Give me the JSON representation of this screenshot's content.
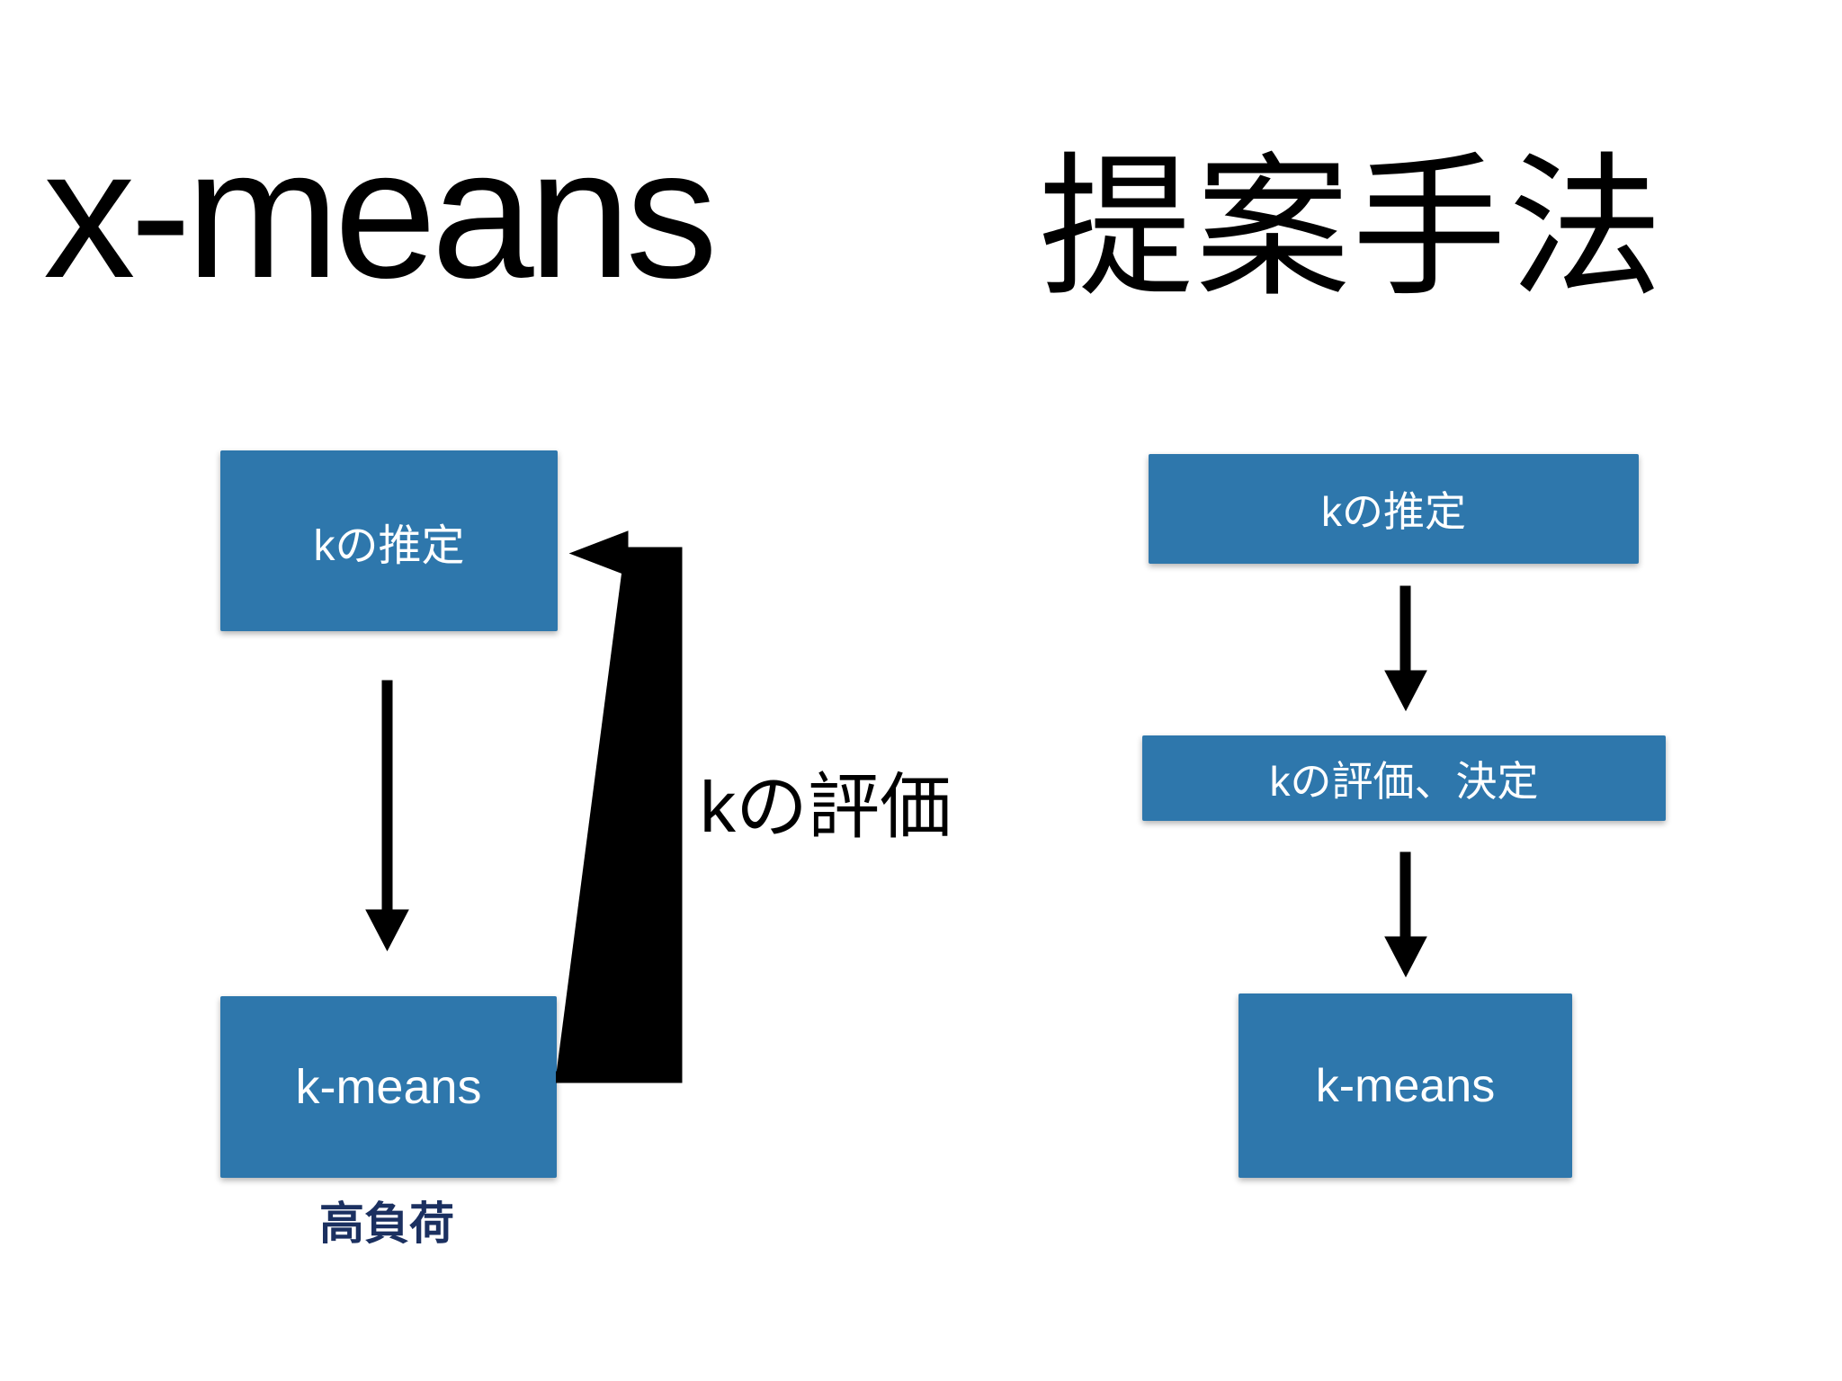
{
  "left_panel": {
    "title": "x-means",
    "box_estimate": "kの推定",
    "box_kmeans": "k-means",
    "loop_label": "kの評価",
    "load_note": "高負荷"
  },
  "right_panel": {
    "title": "提案手法",
    "box_estimate": "kの推定",
    "box_evaluate": "kの評価、決定",
    "box_kmeans": "k-means"
  },
  "colors": {
    "box-blue": "#2e77ac",
    "box-text": "#ffffff",
    "arrow": "#000000",
    "title-text": "#000000",
    "load-note": "#1b3060",
    "slide-bg": "#ffffff"
  }
}
